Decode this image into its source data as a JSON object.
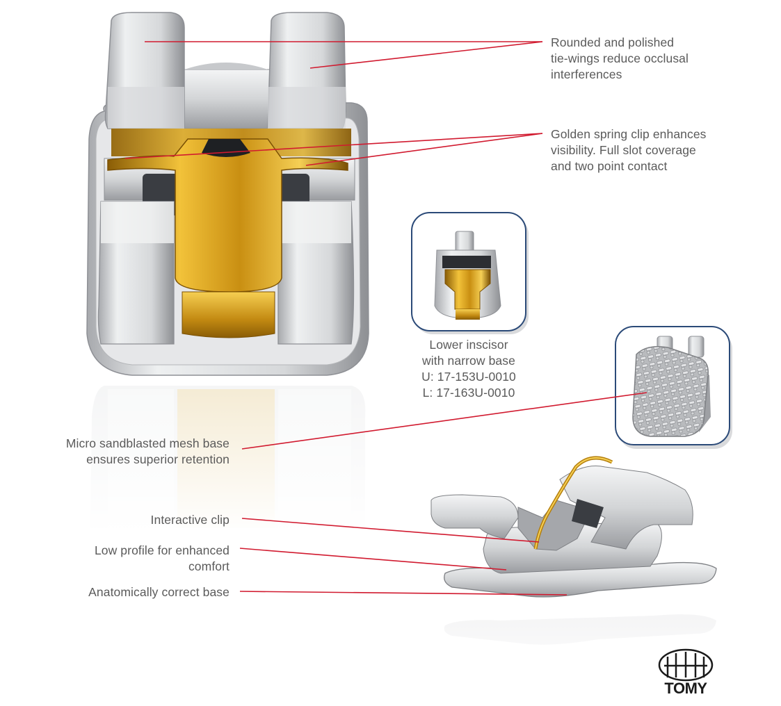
{
  "callouts": {
    "tie_wings": [
      "Rounded and polished",
      "tie-wings reduce occlusal",
      "interferences"
    ],
    "spring_clip": [
      "Golden spring clip enhances",
      "visibility. Full slot coverage",
      "and two point contact"
    ],
    "lower_incisor": [
      "Lower inscisor",
      "with narrow base",
      "U: 17-153U-0010",
      "L: 17-163U-0010"
    ],
    "mesh_base": [
      "Micro sandblasted mesh base",
      "ensures superior retention"
    ],
    "interactive_clip": [
      "Interactive clip"
    ],
    "low_profile": [
      "Low profile for enhanced",
      "comfort"
    ],
    "anatomical_base": [
      "Anatomically correct base"
    ]
  },
  "logo": {
    "text": "TOMY"
  },
  "colors": {
    "leader": "#d11a2f",
    "inset_border": "#2b4a78",
    "gold": "#d4a21c",
    "steel": "#c9cbcd"
  }
}
